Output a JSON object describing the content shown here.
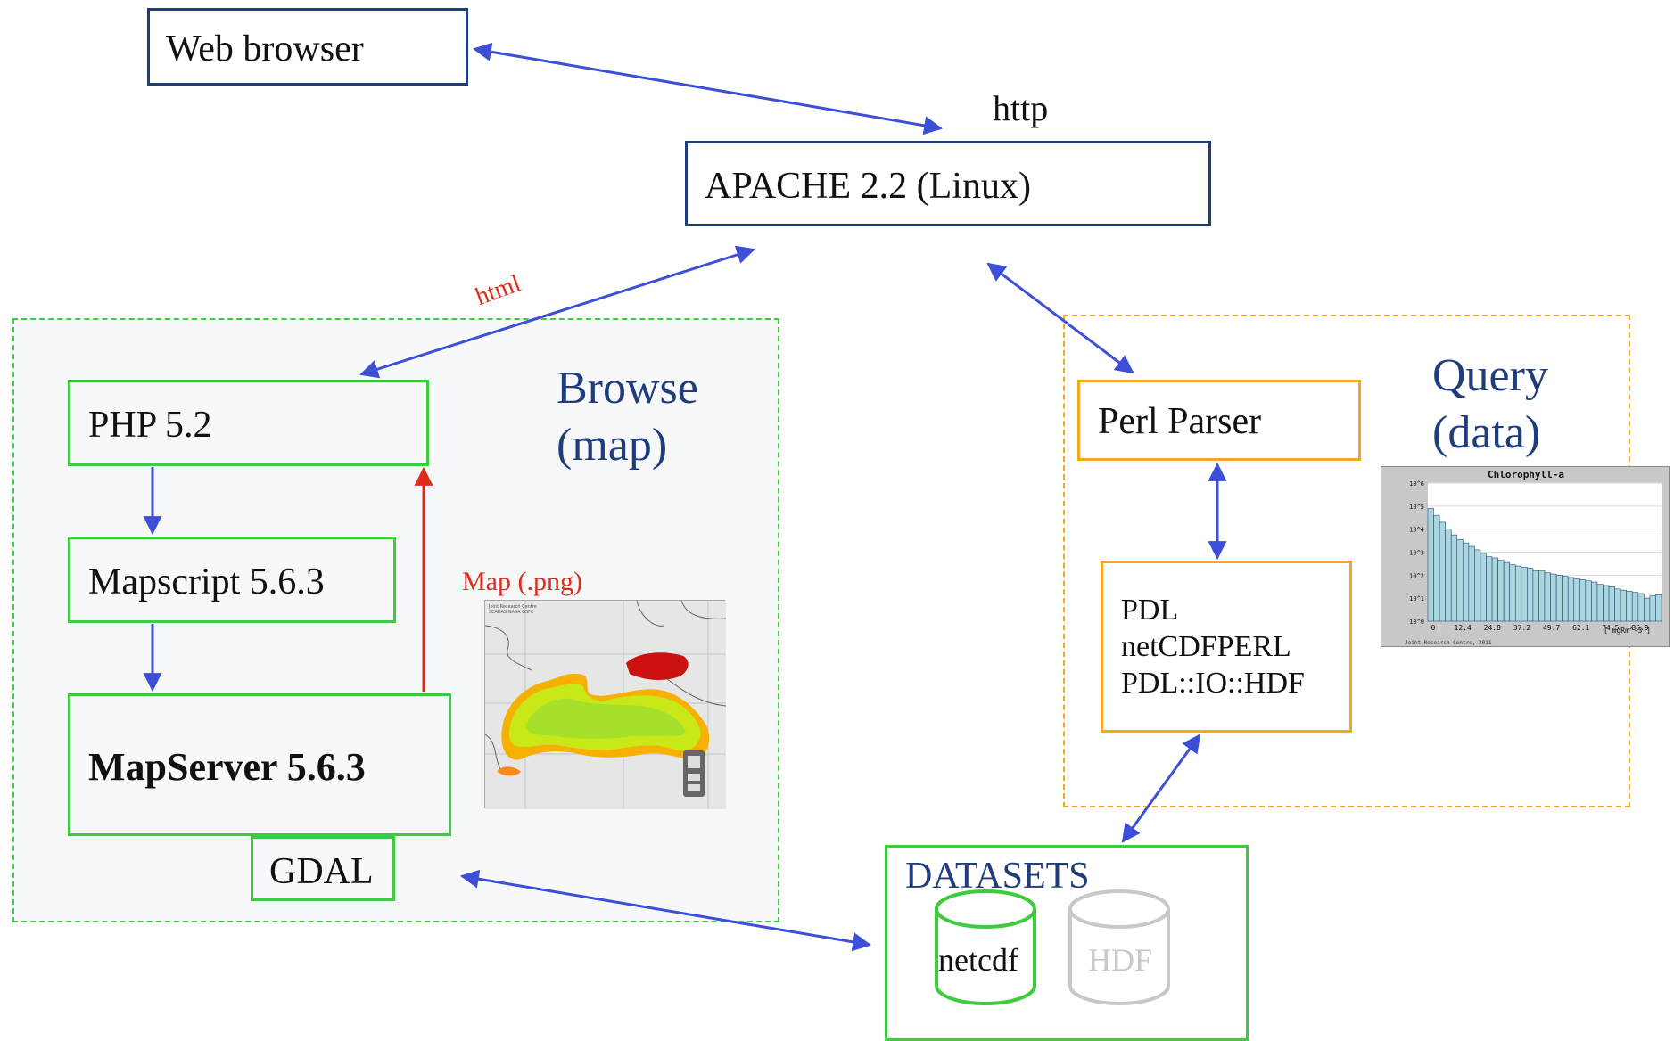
{
  "nodes": {
    "web_browser": "Web browser",
    "http_label": "http",
    "apache": "APACHE 2.2 (Linux)",
    "html_label": "html",
    "php": "PHP 5.2",
    "mapscript": "Mapscript 5.6.3",
    "mapserver": "MapServer 5.6.3",
    "gdal": "GDAL",
    "map_png_label": "Map (.png)",
    "perl_parser": "Perl Parser",
    "pdl_lines": [
      "PDL",
      "netCDFPERL",
      "PDL::IO::HDF"
    ],
    "datasets": "DATASETS",
    "netcdf": "netcdf",
    "hdf": "HDF"
  },
  "regions": {
    "browse": [
      "Browse",
      "(map)"
    ],
    "query": [
      "Query",
      "(data)"
    ]
  },
  "map_thumbnail": {
    "caption_lines": [
      "Joint Research Centre",
      "SEADAS NASA GSFC"
    ]
  },
  "histogram": {
    "title": "Chlorophyll-a",
    "y_ticks": [
      "10^6",
      "10^5",
      "10^4",
      "10^3",
      "10^2",
      "10^1",
      "10^0"
    ],
    "x_ticks": [
      "0",
      "12.4",
      "24.8",
      "37.2",
      "49.7",
      "62.1",
      "74.5",
      "86.9"
    ],
    "unit": "[ mgRm^-3 ]",
    "footer": "Joint Research Centre, 2011",
    "values": [
      4.9,
      4.6,
      4.3,
      4.0,
      3.75,
      3.55,
      3.4,
      3.25,
      3.1,
      2.95,
      2.8,
      2.75,
      2.65,
      2.55,
      2.45,
      2.4,
      2.35,
      2.3,
      2.2,
      2.2,
      2.1,
      2.05,
      2.0,
      1.95,
      1.9,
      1.85,
      1.8,
      1.75,
      1.7,
      1.6,
      1.55,
      1.5,
      1.4,
      1.35,
      1.3,
      1.25,
      1.2,
      1.0,
      1.1,
      1.15
    ]
  },
  "colors": {
    "navy": "#1f3d7a",
    "green": "#3dcc3d",
    "orange": "#f5a623",
    "arrow_blue": "#3d4fd6",
    "arrow_red": "#e02a1a",
    "hdf_grey": "#c8c8c8",
    "histogram_bar": "#a9d6e0"
  }
}
